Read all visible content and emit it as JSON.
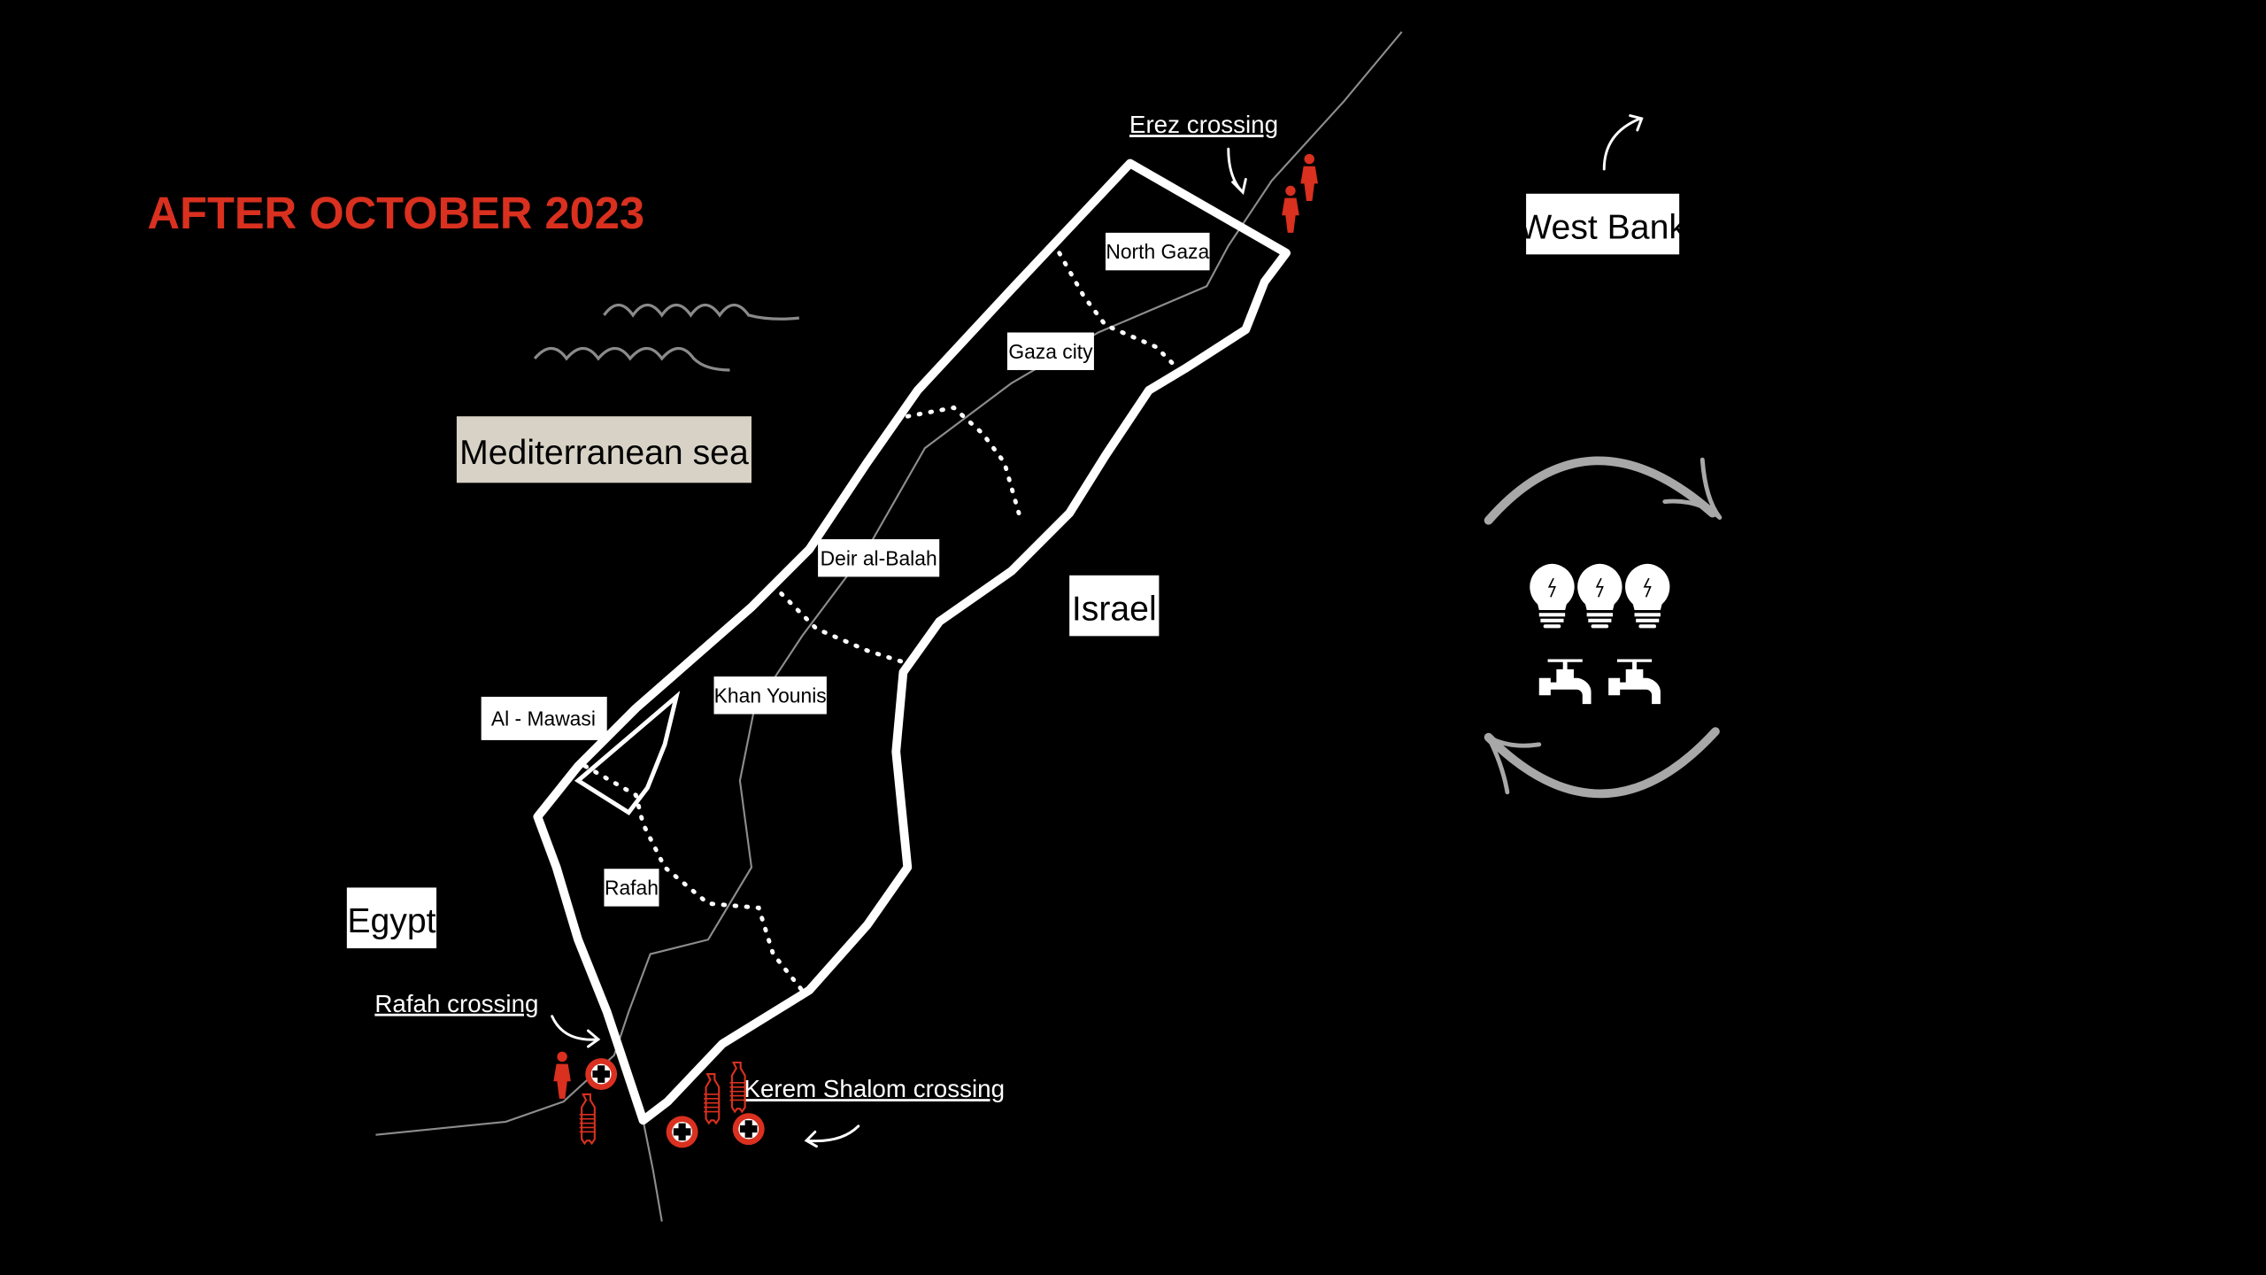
{
  "title": "AFTER OCTOBER 2023",
  "colors": {
    "accent": "#d9301f",
    "background": "#000000",
    "sea_label_bg": "#d8d2c6",
    "muted": "#9a9a9a"
  },
  "regions": {
    "sea": "Mediterranean sea",
    "israel": "Israel",
    "egypt": "Egypt",
    "west_bank": "West Bank"
  },
  "districts": [
    "North Gaza",
    "Gaza city",
    "Deir al-Balah",
    "Khan Younis",
    "Al - Mawasi",
    "Rafah"
  ],
  "crossings": {
    "erez": "Erez crossing",
    "rafah": "Rafah crossing",
    "kerem_shalom": "Kerem Shalom crossing"
  },
  "icons": [
    "person-icon",
    "medical-cross-icon",
    "water-bottle-icon",
    "lightbulb-icon",
    "water-tap-icon",
    "cycle-arrow-icon"
  ]
}
